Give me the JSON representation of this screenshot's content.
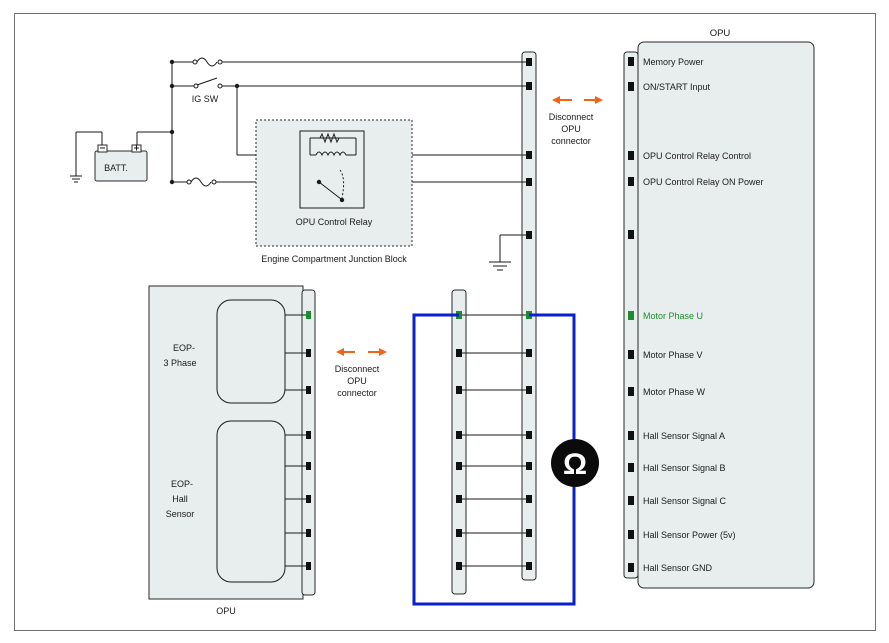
{
  "diagram": {
    "opu_right_title": "OPU",
    "opu_bottom_title": "OPU",
    "ig_sw": "IG SW",
    "batt": "BATT.",
    "relay_label": "OPU Control Relay",
    "junction_block_label": "Engine Compartment Junction Block",
    "eop_3phase": [
      "EOP-",
      "3 Phase"
    ],
    "eop_hall": [
      "EOP-",
      "Hall",
      "Sensor"
    ],
    "disconnect_top": [
      "Disconnect",
      "OPU",
      "connector"
    ],
    "disconnect_bottom": [
      "Disconnect",
      "OPU",
      "connector"
    ],
    "ohm_symbol": "Ω",
    "opu_pins": [
      "Memory Power",
      "ON/START Input",
      "OPU Control Relay Control",
      "OPU Control Relay ON Power",
      "",
      "Motor Phase U",
      "Motor Phase V",
      "Motor Phase W",
      "Hall Sensor Signal A",
      "Hall Sensor Signal B",
      "Hall Sensor Signal C",
      "Hall Sensor Power (5v)",
      "Hall Sensor GND"
    ],
    "colors": {
      "active_pin": "#1e8c2c",
      "meter_loop": "#0a1fd1",
      "disconnect_arrow": "#f06418",
      "panel_fill": "#e8eeee"
    }
  }
}
